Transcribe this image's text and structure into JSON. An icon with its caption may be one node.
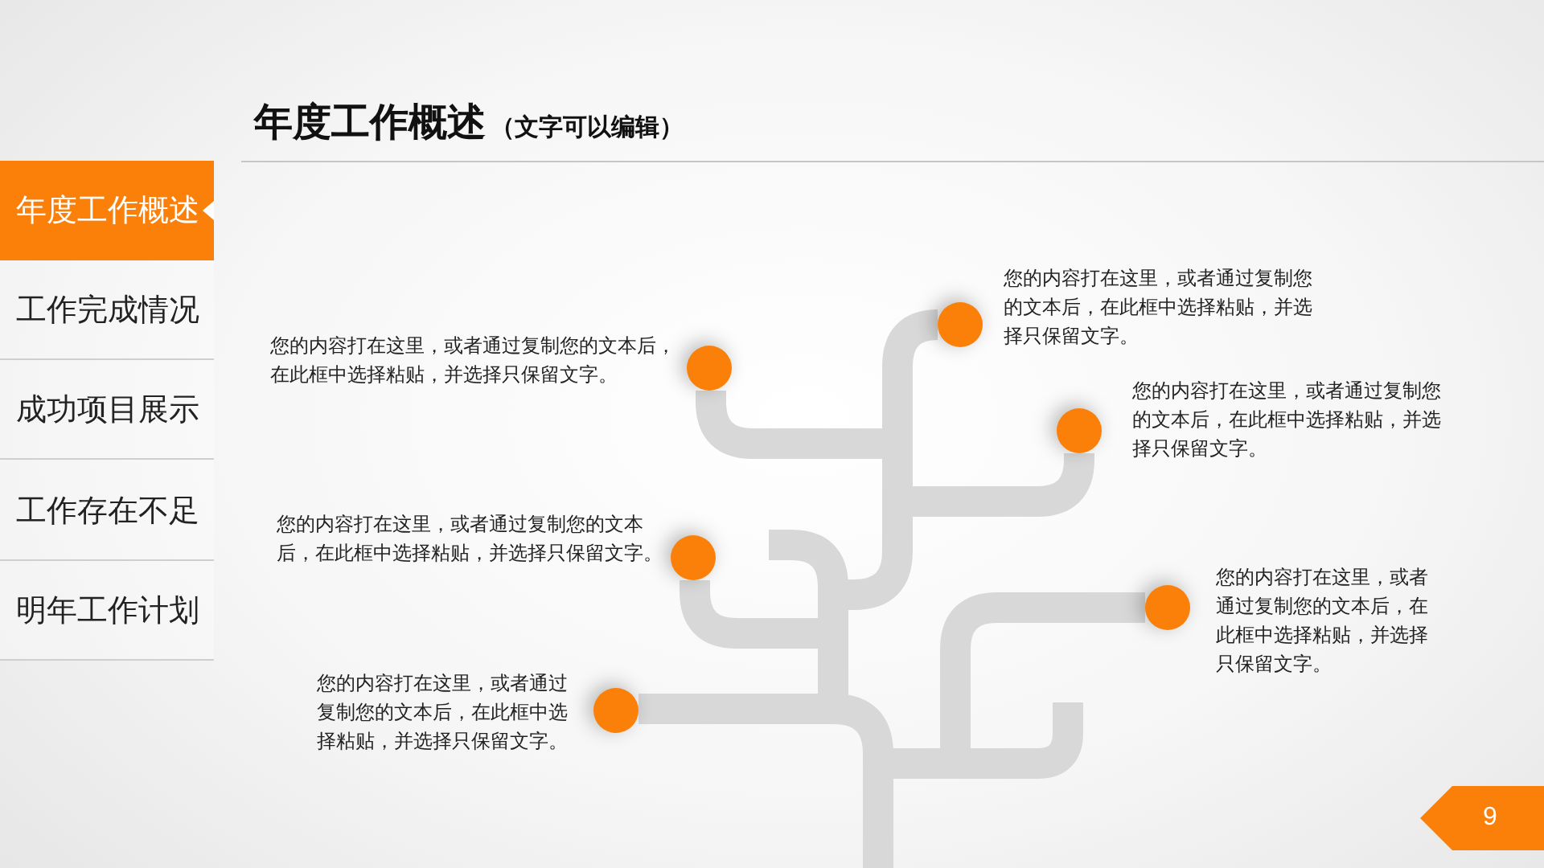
{
  "diagram": {
    "title": "年度工作概述",
    "nodes": [
      {
        "text": [
          "年度工作概述"
        ]
      },
      {
        "text": [
          "工作完成情况"
        ]
      },
      {
        "text": [
          "成功项目展示"
        ]
      },
      {
        "text": [
          "工作存在不足"
        ]
      },
      {
        "text": [
          "明年工作计划"
        ]
      },
      {
        "text": [],
        "shape": "circle",
        "beside": [
          "您的内容打在这里，或者通过复制您的文本后，在此框中选择粘贴，并选择只保留文字。"
        ]
      },
      {
        "text": [],
        "shape": "circle",
        "beside": [
          "您的内容打在这里，或者通过复制您的文本后，在此框中选择粘贴，并选择只保留文字。"
        ]
      },
      {
        "text": [],
        "shape": "circle",
        "beside": [
          "您的内容打在这里，或者通过复制您的文本后，在此框中选择粘贴，并选择只保留文字。"
        ]
      },
      {
        "text": [],
        "shape": "circle",
        "beside": [
          "您的内容打在这里，或者通过复制您的文本后，在此框中选择粘贴，并选择只保留文字。"
        ]
      },
      {
        "text": [],
        "shape": "circle",
        "beside": [
          "您的内容打在这里，或者通过复制您的文本后，在此框中选择粘贴，并选择只保留文字。"
        ]
      },
      {
        "text": [],
        "shape": "circle",
        "beside": [
          "您的内容打在这里，或者通过复制您的文本后，在此框中选择粘贴，并选择只保留文字。"
        ]
      },
      {
        "text": [
          "9"
        ]
      }
    ],
    "edges": [
      {
        "from": null,
        "to": 5,
        "arrow": "none"
      },
      {
        "from": null,
        "to": 6,
        "arrow": "none"
      },
      {
        "from": null,
        "to": 7,
        "arrow": "none"
      },
      {
        "from": null,
        "to": 8,
        "arrow": "none"
      },
      {
        "from": null,
        "to": 9,
        "arrow": "none"
      },
      {
        "from": null,
        "to": 10,
        "arrow": "none"
      }
    ],
    "labels": [
      "（文字可以编辑）"
    ]
  }
}
